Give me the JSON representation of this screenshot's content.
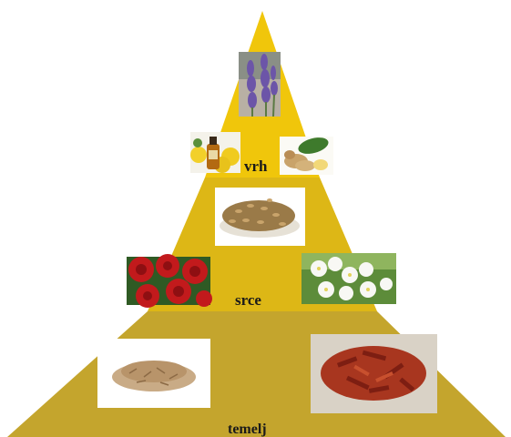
{
  "pyramid": {
    "tiers": [
      {
        "id": "top",
        "label": "vrh",
        "color": "#F0C60B",
        "photos": [
          "lavender",
          "bottle-with-lemons",
          "ginger-root"
        ]
      },
      {
        "id": "heart",
        "label": "srce",
        "color": "#DDB716",
        "photos": [
          "seeds",
          "red-roses",
          "white-blossoms"
        ]
      },
      {
        "id": "base",
        "label": "temelj",
        "color": "#C4A52D",
        "photos": [
          "wood-shavings",
          "red-wood-chips"
        ]
      }
    ]
  }
}
